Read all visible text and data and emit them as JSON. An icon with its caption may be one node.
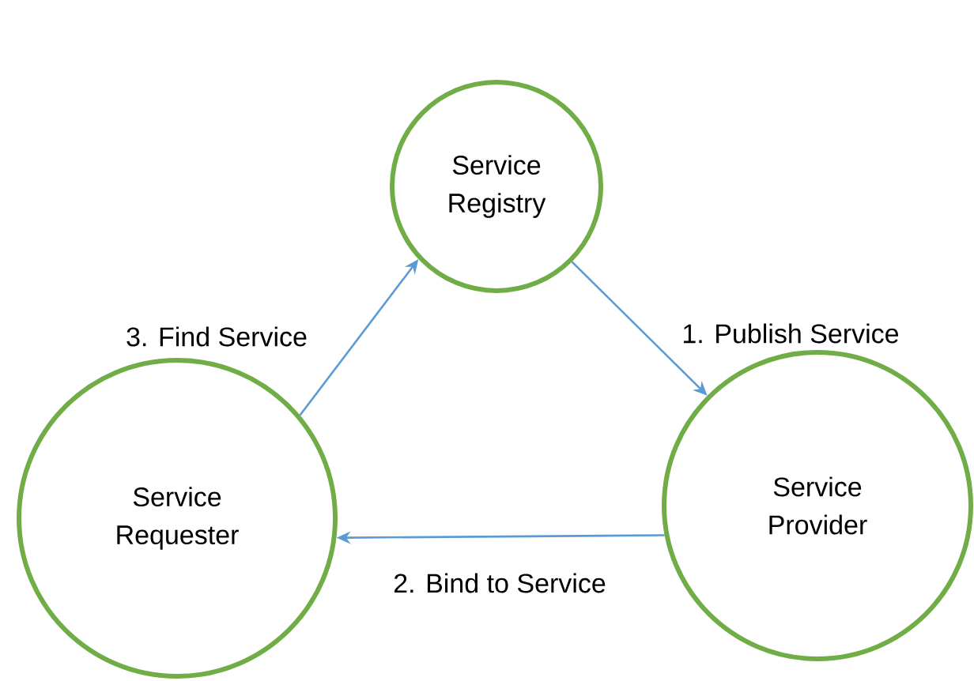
{
  "diagram": {
    "nodes": [
      {
        "text": [
          "Service Registry"
        ]
      },
      {
        "text": [
          "Service Requester"
        ]
      },
      {
        "text": [
          "Service Provider"
        ]
      }
    ],
    "edges": [
      {
        "from": 0,
        "to": 2,
        "arrow": "to",
        "label": "1. Publish Service"
      },
      {
        "from": 2,
        "to": 1,
        "arrow": "to",
        "label": "2. Bind to Service"
      },
      {
        "from": 1,
        "to": 0,
        "arrow": "to",
        "label": "3. Find Service"
      }
    ]
  }
}
